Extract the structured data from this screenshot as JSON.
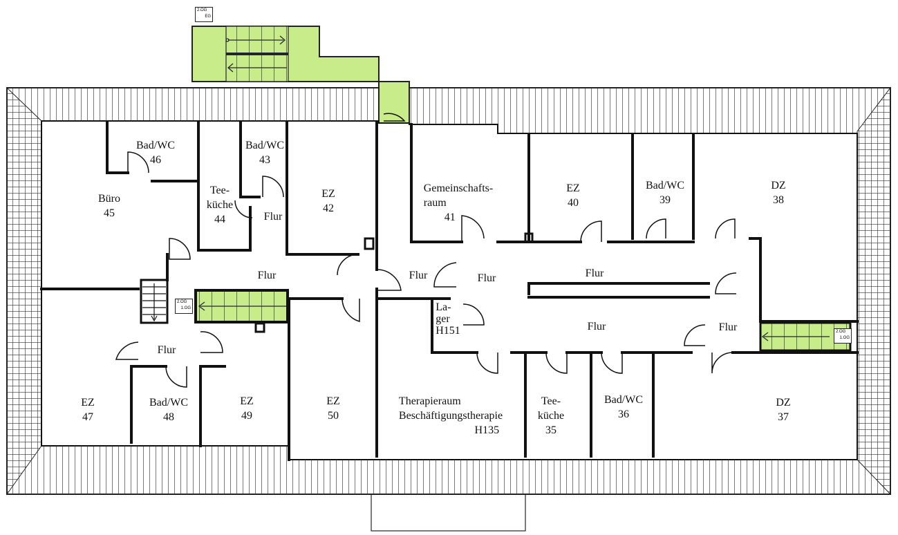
{
  "title": "Floor plan – 2nd upper floor",
  "colors": {
    "stair": "#c9ec8a",
    "wall": "#111111",
    "hatch": "#333333"
  },
  "rooms": [
    {
      "id": "bad-wc-46",
      "name": "Bad/WC",
      "number": "46"
    },
    {
      "id": "bad-wc-43",
      "name": "Bad/WC",
      "number": "43"
    },
    {
      "id": "buero-45",
      "name": "Büro",
      "number": "45"
    },
    {
      "id": "teekueche-44",
      "name": "Tee-\nküche",
      "number": "44"
    },
    {
      "id": "ez-42",
      "name": "EZ",
      "number": "42"
    },
    {
      "id": "gemeinschaftsraum-41",
      "name": "Gemeinschafts-\nraum",
      "number": "41"
    },
    {
      "id": "ez-40",
      "name": "EZ",
      "number": "40"
    },
    {
      "id": "bad-wc-39",
      "name": "Bad/WC",
      "number": "39"
    },
    {
      "id": "dz-38",
      "name": "DZ",
      "number": "38"
    },
    {
      "id": "ez-47",
      "name": "EZ",
      "number": "47"
    },
    {
      "id": "bad-wc-48",
      "name": "Bad/WC",
      "number": "48"
    },
    {
      "id": "ez-49",
      "name": "EZ",
      "number": "49"
    },
    {
      "id": "ez-50",
      "name": "EZ",
      "number": "50"
    },
    {
      "id": "therapieraum",
      "name": "Therapieraum\nBeschäftigungstherapie",
      "number": "H135"
    },
    {
      "id": "teekueche-35",
      "name": "Tee-\nküche",
      "number": "35"
    },
    {
      "id": "bad-wc-36",
      "name": "Bad/WC",
      "number": "36"
    },
    {
      "id": "dz-37",
      "name": "DZ",
      "number": "37"
    },
    {
      "id": "lager",
      "name": "La-\nger",
      "number": "H151"
    }
  ],
  "corridors": [
    "Flur",
    "Flur",
    "Flur",
    "Flur",
    "Flur",
    "Flur",
    "Flur",
    "Flur"
  ],
  "stair_signs": [
    {
      "top": "2.OG",
      "bottom": "EG"
    },
    {
      "top": "2.OG",
      "bottom": "1.OG"
    },
    {
      "top": "2.OG",
      "bottom": "1.OG"
    }
  ]
}
